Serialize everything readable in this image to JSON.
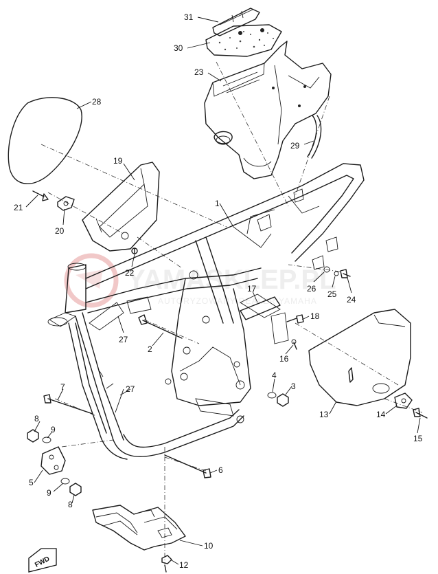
{
  "watermark": {
    "text": "YAMASKLEP.PL",
    "subtext": "AUTORYZOWANY DEALER YAMAHA",
    "logo_color": "#e8a3a3"
  },
  "fwd_mark": "FWD",
  "callouts": [
    {
      "id": "p31",
      "label": "31"
    },
    {
      "id": "p30",
      "label": "30"
    },
    {
      "id": "p23",
      "label": "23"
    },
    {
      "id": "p28",
      "label": "28"
    },
    {
      "id": "p29",
      "label": "29"
    },
    {
      "id": "p19",
      "label": "19"
    },
    {
      "id": "p21",
      "label": "21"
    },
    {
      "id": "p20",
      "label": "20"
    },
    {
      "id": "p1",
      "label": "1"
    },
    {
      "id": "p22",
      "label": "22"
    },
    {
      "id": "p26",
      "label": "26"
    },
    {
      "id": "p25",
      "label": "25"
    },
    {
      "id": "p24",
      "label": "24"
    },
    {
      "id": "p17",
      "label": "17"
    },
    {
      "id": "p18",
      "label": "18"
    },
    {
      "id": "p27a",
      "label": "27"
    },
    {
      "id": "p2",
      "label": "2"
    },
    {
      "id": "p16",
      "label": "16"
    },
    {
      "id": "p4",
      "label": "4"
    },
    {
      "id": "p3",
      "label": "3"
    },
    {
      "id": "p7",
      "label": "7"
    },
    {
      "id": "p27b",
      "label": "27"
    },
    {
      "id": "p13",
      "label": "13"
    },
    {
      "id": "p14",
      "label": "14"
    },
    {
      "id": "p15",
      "label": "15"
    },
    {
      "id": "p8a",
      "label": "8"
    },
    {
      "id": "p9a",
      "label": "9"
    },
    {
      "id": "p5",
      "label": "5"
    },
    {
      "id": "p9b",
      "label": "9"
    },
    {
      "id": "p8b",
      "label": "8"
    },
    {
      "id": "p6",
      "label": "6"
    },
    {
      "id": "p10",
      "label": "10"
    },
    {
      "id": "p12",
      "label": "12"
    }
  ]
}
